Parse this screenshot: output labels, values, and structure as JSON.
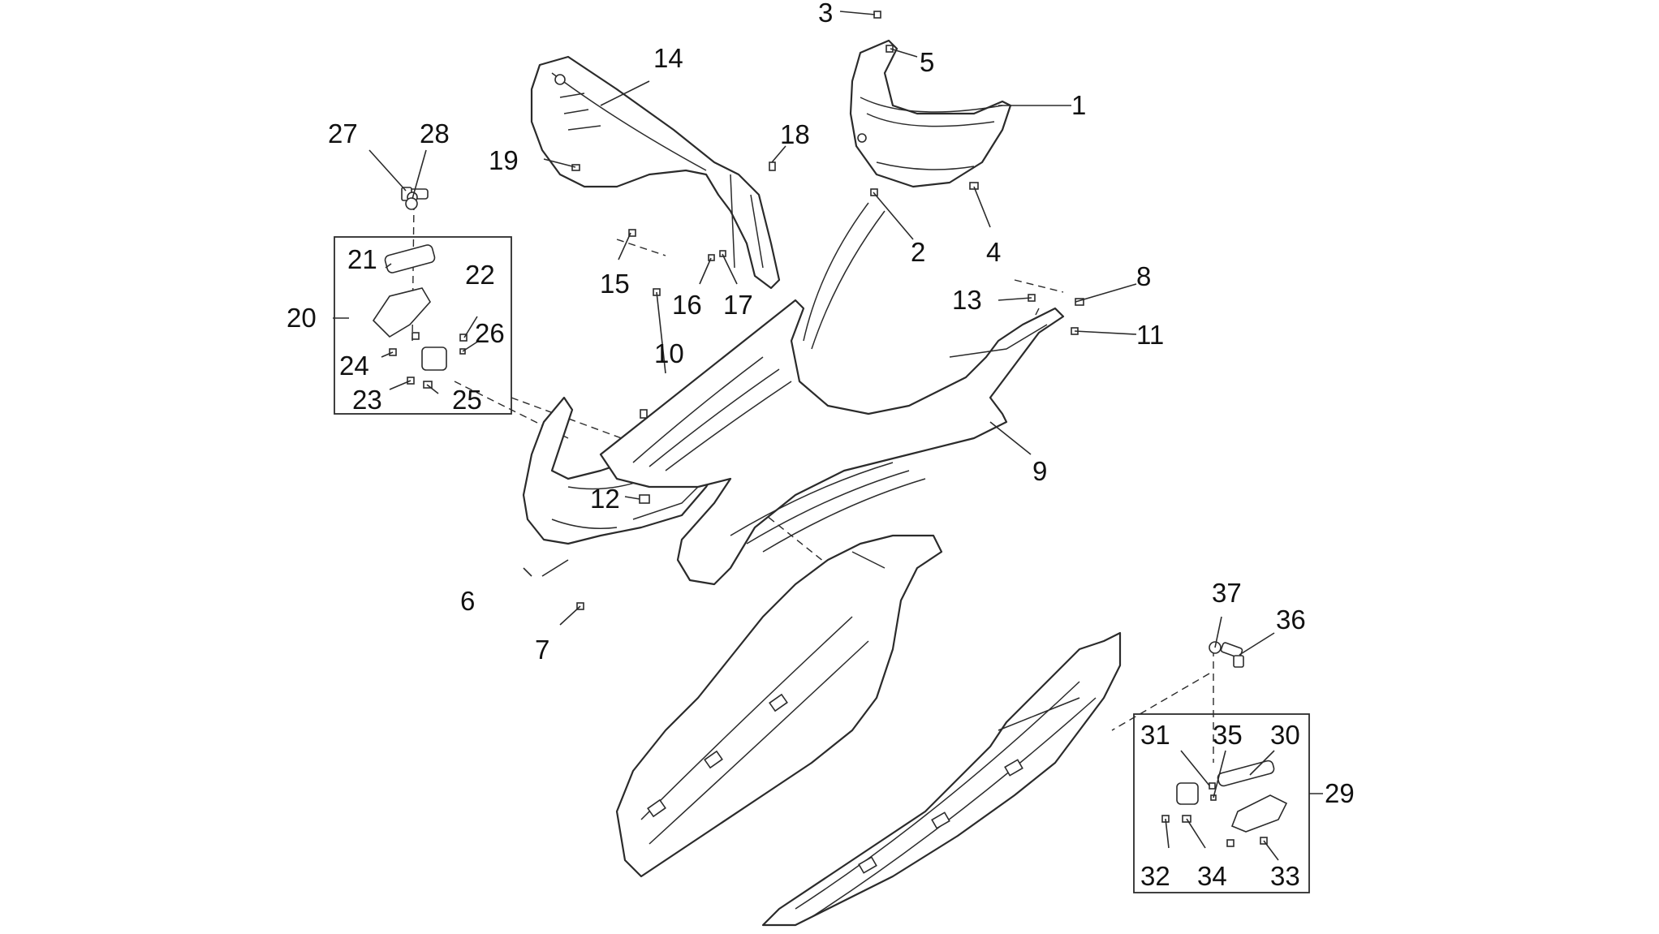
{
  "callouts": [
    {
      "id": "c1",
      "label": "1"
    },
    {
      "id": "c2",
      "label": "2"
    },
    {
      "id": "c3",
      "label": "3"
    },
    {
      "id": "c4",
      "label": "4"
    },
    {
      "id": "c5",
      "label": "5"
    },
    {
      "id": "c6",
      "label": "6"
    },
    {
      "id": "c7",
      "label": "7"
    },
    {
      "id": "c8",
      "label": "8"
    },
    {
      "id": "c9",
      "label": "9"
    },
    {
      "id": "c10",
      "label": "10"
    },
    {
      "id": "c11",
      "label": "11"
    },
    {
      "id": "c12",
      "label": "12"
    },
    {
      "id": "c13",
      "label": "13"
    },
    {
      "id": "c14",
      "label": "14"
    },
    {
      "id": "c15",
      "label": "15"
    },
    {
      "id": "c16",
      "label": "16"
    },
    {
      "id": "c17",
      "label": "17"
    },
    {
      "id": "c18",
      "label": "18"
    },
    {
      "id": "c19",
      "label": "19"
    },
    {
      "id": "c20",
      "label": "20"
    },
    {
      "id": "c21",
      "label": "21"
    },
    {
      "id": "c22",
      "label": "22"
    },
    {
      "id": "c23",
      "label": "23"
    },
    {
      "id": "c24",
      "label": "24"
    },
    {
      "id": "c25",
      "label": "25"
    },
    {
      "id": "c26",
      "label": "26"
    },
    {
      "id": "c27",
      "label": "27"
    },
    {
      "id": "c28",
      "label": "28"
    },
    {
      "id": "c29",
      "label": "29"
    },
    {
      "id": "c30",
      "label": "30"
    },
    {
      "id": "c31",
      "label": "31"
    },
    {
      "id": "c32",
      "label": "32"
    },
    {
      "id": "c33",
      "label": "33"
    },
    {
      "id": "c34",
      "label": "34"
    },
    {
      "id": "c35",
      "label": "35"
    },
    {
      "id": "c36",
      "label": "36"
    },
    {
      "id": "c37",
      "label": "37"
    }
  ]
}
